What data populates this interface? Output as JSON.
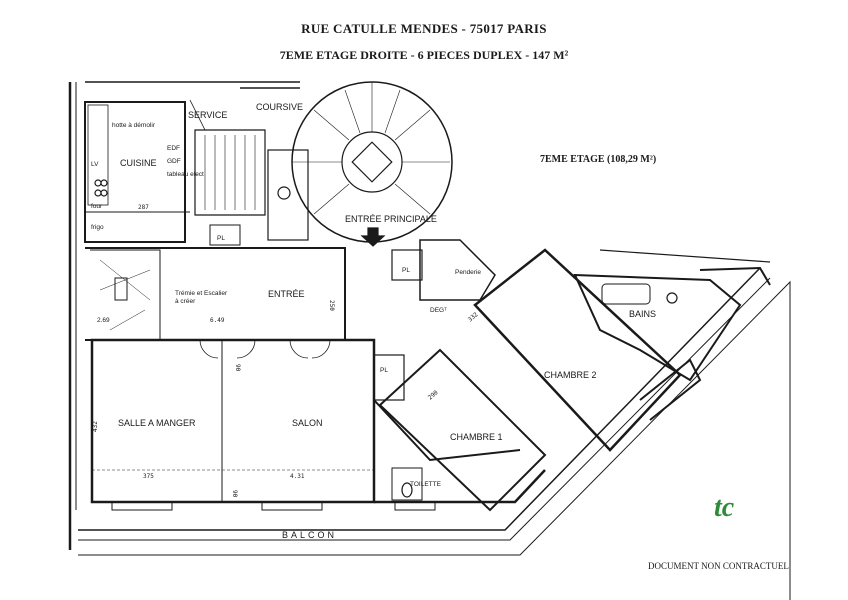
{
  "header": {
    "address": "RUE CATULLE MENDES - 75017 PARIS",
    "subtitle": "7EME ETAGE DROITE - 6 PIECES DUPLEX - 147 M²"
  },
  "floor_info": "7EME ETAGE (108,29 M²)",
  "rooms": {
    "cuisine": "CUISINE",
    "service": "SERVICE",
    "coursive": "COURSIVE",
    "entree_principale": "ENTRÉE PRINCIPALE",
    "entree": "ENTRÉE",
    "tremie": "Trémie et Escalier",
    "tremie2": "à créer",
    "salle_a_manger": "SALLE A MANGER",
    "salon": "SALON",
    "chambre1": "CHAMBRE 1",
    "chambre2": "CHAMBRE 2",
    "bains": "BAINS",
    "toilette": "TOILETTE",
    "penderie": "Penderie",
    "degt": "DEGᵀ",
    "pl1": "PL",
    "pl2": "PL",
    "pl3": "PL",
    "balcon": "BALCON"
  },
  "fixtures": {
    "hotte": "hotte à démolir",
    "edf": "EDF",
    "gdf": "GDF",
    "tableau": "tableau elect",
    "lv": "LV",
    "four": "four",
    "frigo": "frigo"
  },
  "dimensions": {
    "d287": "287",
    "d649": "6.49",
    "d250": "250",
    "d432": "432",
    "d375": "375",
    "d431": "4.31",
    "d90a": "90",
    "d90b": "90",
    "d290": "290",
    "d332": "332",
    "d269": "2.69"
  },
  "footer": {
    "disclaimer": "DOCUMENT NON CONTRACTUEL",
    "logo_text": "tc"
  },
  "colors": {
    "ink": "#1a1a1a",
    "logo": "#2e8b3a"
  }
}
